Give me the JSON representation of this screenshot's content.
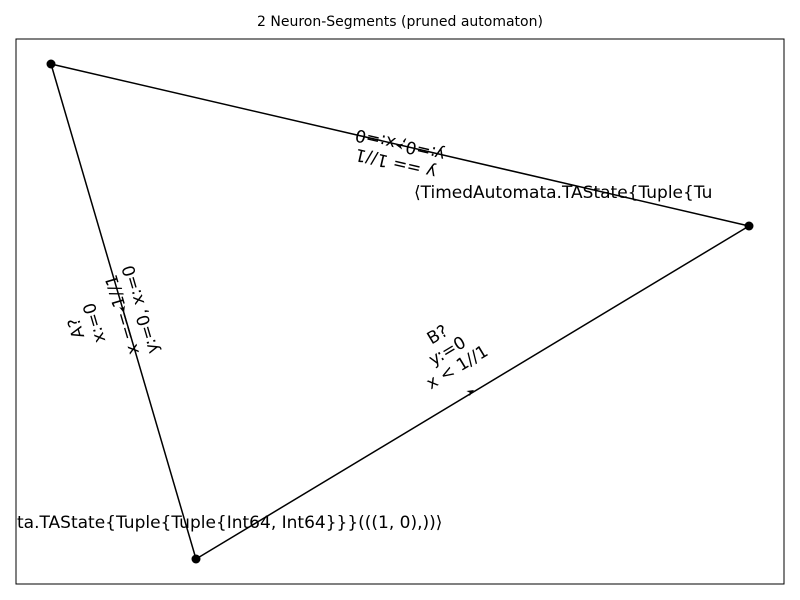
{
  "figure": {
    "title": "2 Neuron-Segments (pruned automaton)"
  },
  "nodes": [
    {
      "id": "top-left",
      "label": ""
    },
    {
      "id": "right",
      "label": "⟨TimedAutomata.TAState{Tuple{Tu"
    },
    {
      "id": "bottom",
      "label": "ta.TAState{Tuple{Tuple{Int64, Int64}}}(((1, 0),))⟩"
    }
  ],
  "edges": [
    {
      "id": "edge-right-to-top-left",
      "from": "right",
      "to": "top-left",
      "lines": [
        "y == 1//1",
        "y:=0, x:=0"
      ]
    },
    {
      "id": "edge-bottom-to-right",
      "from": "bottom",
      "to": "right",
      "lines": [
        "B?",
        "y:=0",
        "x < 1//1"
      ]
    },
    {
      "id": "edge-top-left-to-bottom",
      "from": "top-left",
      "to": "bottom",
      "lines": [
        "A?",
        "x:=0",
        "x == 1//1",
        "y:=0, x:=0"
      ]
    }
  ]
}
